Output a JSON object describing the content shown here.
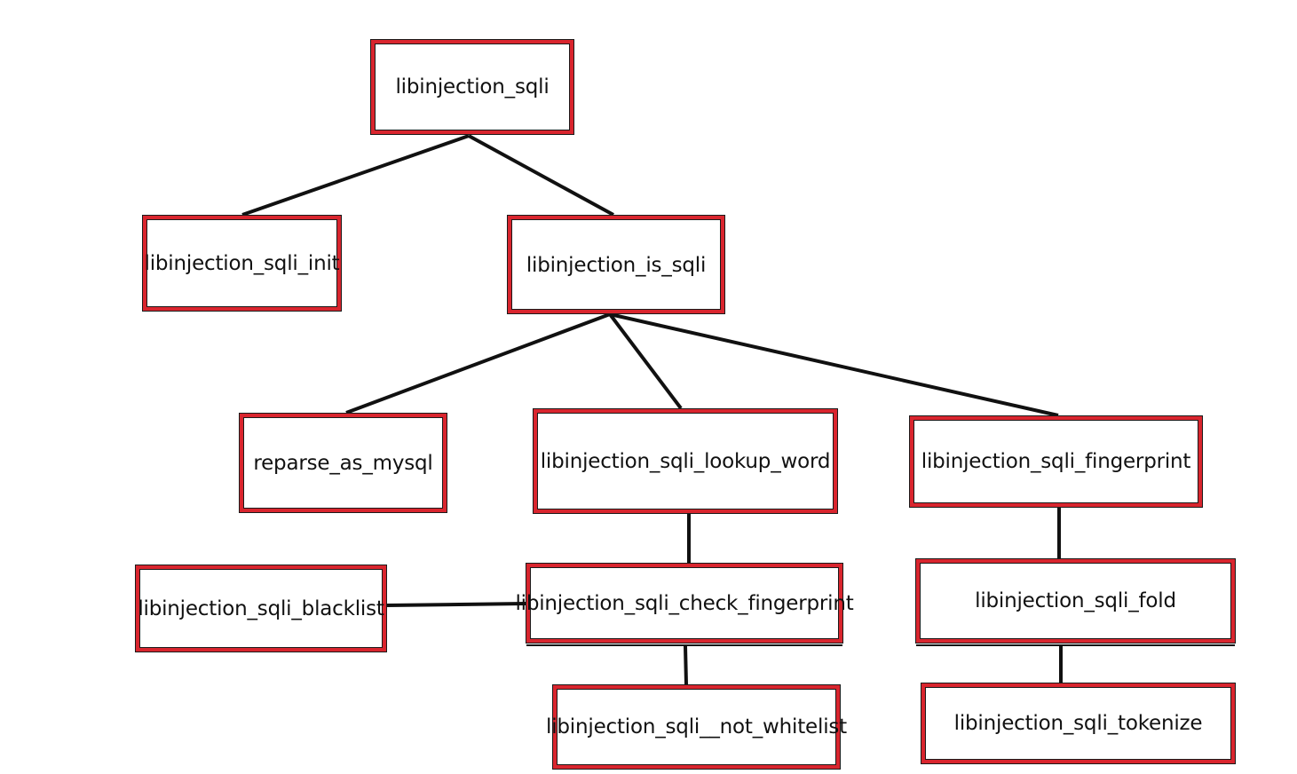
{
  "diagram": {
    "nodes": [
      {
        "id": "root",
        "label": "libinjection_sqli"
      },
      {
        "id": "init",
        "label": "libinjection_sqli_init"
      },
      {
        "id": "is_sqli",
        "label": "libinjection_is_sqli"
      },
      {
        "id": "reparse",
        "label": "reparse_as_mysql"
      },
      {
        "id": "lookup",
        "label": "libinjection_sqli_lookup_word"
      },
      {
        "id": "finger",
        "label": "libinjection_sqli_fingerprint"
      },
      {
        "id": "blacklist",
        "label": "libinjection_sqli_blacklist"
      },
      {
        "id": "check",
        "label": "libinjection_sqli_check_fingerprint"
      },
      {
        "id": "fold",
        "label": "libinjection_sqli_fold"
      },
      {
        "id": "whitelist",
        "label": "libinjection_sqli__not_whitelist"
      },
      {
        "id": "tokenize",
        "label": "libinjection_sqli_tokenize"
      }
    ],
    "edges": [
      {
        "from": "root",
        "to": "init"
      },
      {
        "from": "root",
        "to": "is_sqli"
      },
      {
        "from": "is_sqli",
        "to": "reparse"
      },
      {
        "from": "is_sqli",
        "to": "lookup"
      },
      {
        "from": "is_sqli",
        "to": "finger"
      },
      {
        "from": "lookup",
        "to": "check"
      },
      {
        "from": "check",
        "to": "blacklist"
      },
      {
        "from": "check",
        "to": "whitelist"
      },
      {
        "from": "finger",
        "to": "fold"
      },
      {
        "from": "fold",
        "to": "tokenize"
      }
    ],
    "colors": {
      "box_border": "#d9252e",
      "connector": "#111111",
      "text": "#111111",
      "background": "#ffffff"
    }
  }
}
